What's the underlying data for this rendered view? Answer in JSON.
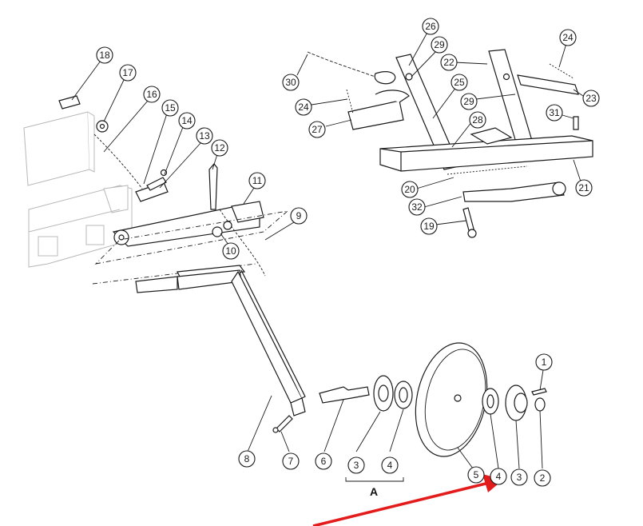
{
  "diagram": {
    "callouts": [
      "1",
      "2",
      "3",
      "4",
      "5",
      "6",
      "7",
      "8",
      "9",
      "10",
      "11",
      "12",
      "13",
      "14",
      "15",
      "16",
      "17",
      "18",
      "19",
      "20",
      "21",
      "22",
      "23",
      "24",
      "25",
      "26",
      "27",
      "28",
      "29",
      "30",
      "31",
      "32"
    ],
    "inset_callouts": [
      "24",
      "29",
      "26",
      "22",
      "25",
      "30",
      "27",
      "28",
      "20",
      "32",
      "19",
      "21",
      "31",
      "23"
    ],
    "group_label": "A",
    "arrow_color": "#e31b1b"
  }
}
